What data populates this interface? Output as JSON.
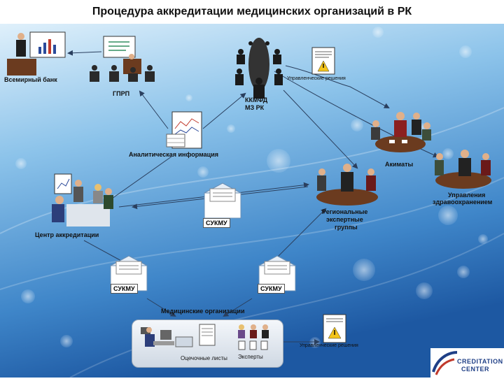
{
  "title": "Процедура аккредитации медицинских организаций в РК",
  "labels": {
    "world_bank": "Всемирный банк",
    "gprp": "ГПРП",
    "kkmfd": "ККМФД",
    "mz_rk": "МЗ РК",
    "mgmt_decisions_top": "Управленческие решения",
    "analytics": "Аналитическая информация",
    "akimats": "Акиматы",
    "health_dept_1": "Управления",
    "health_dept_2": "здравоохранением",
    "regional_1": "Региональные",
    "regional_2": "экспертные",
    "regional_3": "группы",
    "center": "Центр аккредитации",
    "sukmu": "СУКМУ",
    "med_orgs": "Медицинские организации",
    "score_sheets": "Оцечочные листы",
    "experts": "Эксперты",
    "mgmt_decisions_bottom": "Управленческие решения"
  },
  "logo": {
    "text_top": "CREDITATION",
    "text_bottom": "CENTER",
    "color": "#1f3f86"
  },
  "colors": {
    "bg_top": "#d8ecf8",
    "bg_mid": "#6aa9dc",
    "bg_bottom": "#1e5ea8",
    "arrow": "#2a3f5e",
    "warning": "#f3c41b"
  }
}
